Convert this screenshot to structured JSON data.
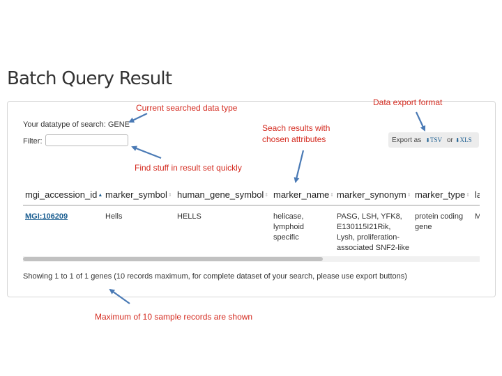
{
  "page": {
    "title": "Batch Query Result"
  },
  "search": {
    "datatype_label": "Your datatype of search:",
    "datatype_value": "GENE"
  },
  "filter": {
    "label": "Filter:",
    "value": "",
    "placeholder": ""
  },
  "export": {
    "label": "Export as",
    "tsv": "TSV",
    "or": "or",
    "xls": "XLS",
    "download_icon": "download-arrow-icon",
    "link_color": "#1b5e91"
  },
  "table": {
    "columns": [
      "mgi_accession_id",
      "marker_symbol",
      "human_gene_symbol",
      "marker_name",
      "marker_synonym",
      "marker_type",
      "la"
    ],
    "sort": {
      "column": "mgi_accession_id",
      "direction": "ascending"
    },
    "rows": [
      {
        "mgi_accession_id": "MGI:106209",
        "marker_symbol": "Hells",
        "human_gene_symbol": "HELLS",
        "marker_name": [
          "helicase,",
          "lymphoid",
          "specific"
        ],
        "marker_synonym": [
          "PASG, LSH, YFK8,",
          "E130115I21Rik,",
          "Lysh, proliferation-",
          "associated SNF2-like"
        ],
        "marker_type": [
          "protein coding",
          "gene"
        ],
        "la": "M"
      }
    ]
  },
  "footer": {
    "text": "Showing 1 to 1 of 1 genes (10 records maximum, for complete dataset of your search, please use export buttons)"
  },
  "annotations": {
    "color": "#d42a1f",
    "arrow_color": "#4a7ab5",
    "current_type": "Current searched data type",
    "export_format": "Data export format",
    "search_results": [
      "Seach results with",
      "chosen attributes"
    ],
    "find_stuff": "Find stuff in result set quickly",
    "max_records": "Maximum of 10 sample records are shown"
  }
}
